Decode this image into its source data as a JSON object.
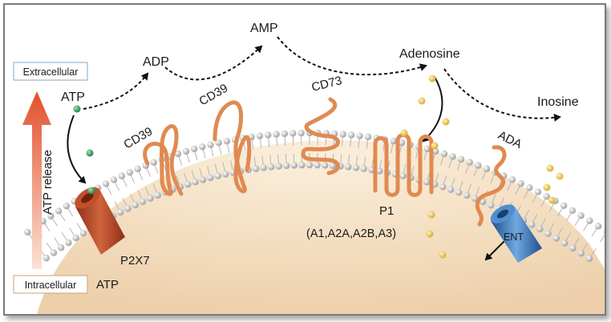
{
  "labels": {
    "extracellular": "Extracellular",
    "intracellular": "Intracellular",
    "atp_release": "ATP release",
    "atp_top": "ATP",
    "atp_bottom": "ATP",
    "adp": "ADP",
    "amp": "AMP",
    "adenosine": "Adenosine",
    "inosine": "Inosine",
    "cd39_a": "CD39",
    "cd39_b": "CD39",
    "cd73": "CD73",
    "ada": "ADA",
    "p2x7": "P2X7",
    "p1": "P1",
    "ent": "ENT",
    "p1_subtypes": "(A1,A2A,A2B,A3)"
  },
  "colors": {
    "protein": "#e08a52",
    "protein_dark": "#b85a25",
    "p2x7": "#b84a2a",
    "ent": "#3a78b8",
    "atp_dot": "#2e9a5a",
    "adenosine_dot": "#e8c24a",
    "cytoplasm": "#f2dcc0",
    "lipid_head": "#c8c8c8",
    "arrow_release": "#e2502a"
  },
  "icons": {
    "release_arrow": "up-arrow-icon",
    "reaction_arrows": "dashed-arrow-icon"
  }
}
